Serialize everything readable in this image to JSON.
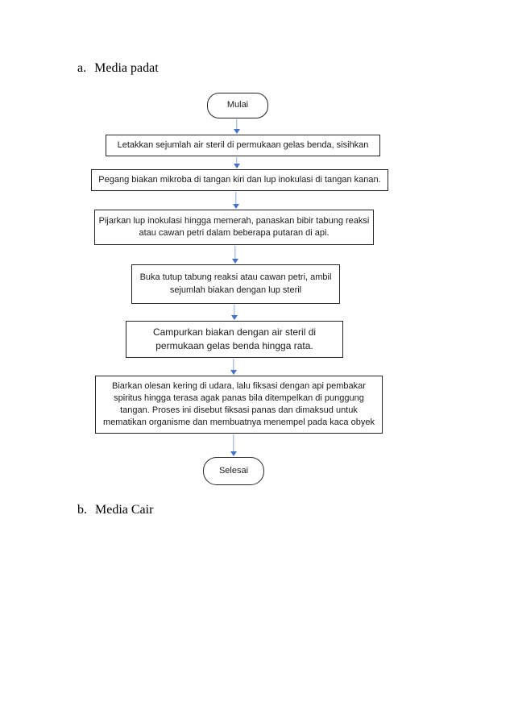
{
  "document": {
    "sections": [
      {
        "label": "a.",
        "title": "Media padat"
      },
      {
        "label": "b.",
        "title": "Media Cair"
      }
    ]
  },
  "flowchart": {
    "start_label": "Mulai",
    "end_label": "Selesai",
    "steps": [
      "Letakkan sejumlah air steril di permukaan gelas benda, sisihkan",
      "Pegang biakan mikroba di tangan kiri dan lup inokulasi di tangan kanan.",
      "Pijarkan lup inokulasi hingga memerah, panaskan bibir tabung reaksi\natau cawan petri dalam beberapa putaran di api.",
      "Buka tutup tabung reaksi atau cawan petri, ambil\nsejumlah biakan dengan lup steril",
      "Campurkan biakan dengan air steril di\npermukaan gelas benda hingga rata.",
      "Biarkan olesan kering di udara, lalu fiksasi dengan api pembakar\nspiritus hingga terasa agak panas bila ditempelkan di punggung\ntangan. Proses ini disebut fiksasi panas dan dimaksud untuk\nmematikan organisme dan membuatnya menempel pada kaca obyek"
    ],
    "colors": {
      "arrow_head": "#4472C4",
      "arrow_stem": "#8DA9DC",
      "box_border": "#262626",
      "text": "#1A1A1A"
    }
  }
}
